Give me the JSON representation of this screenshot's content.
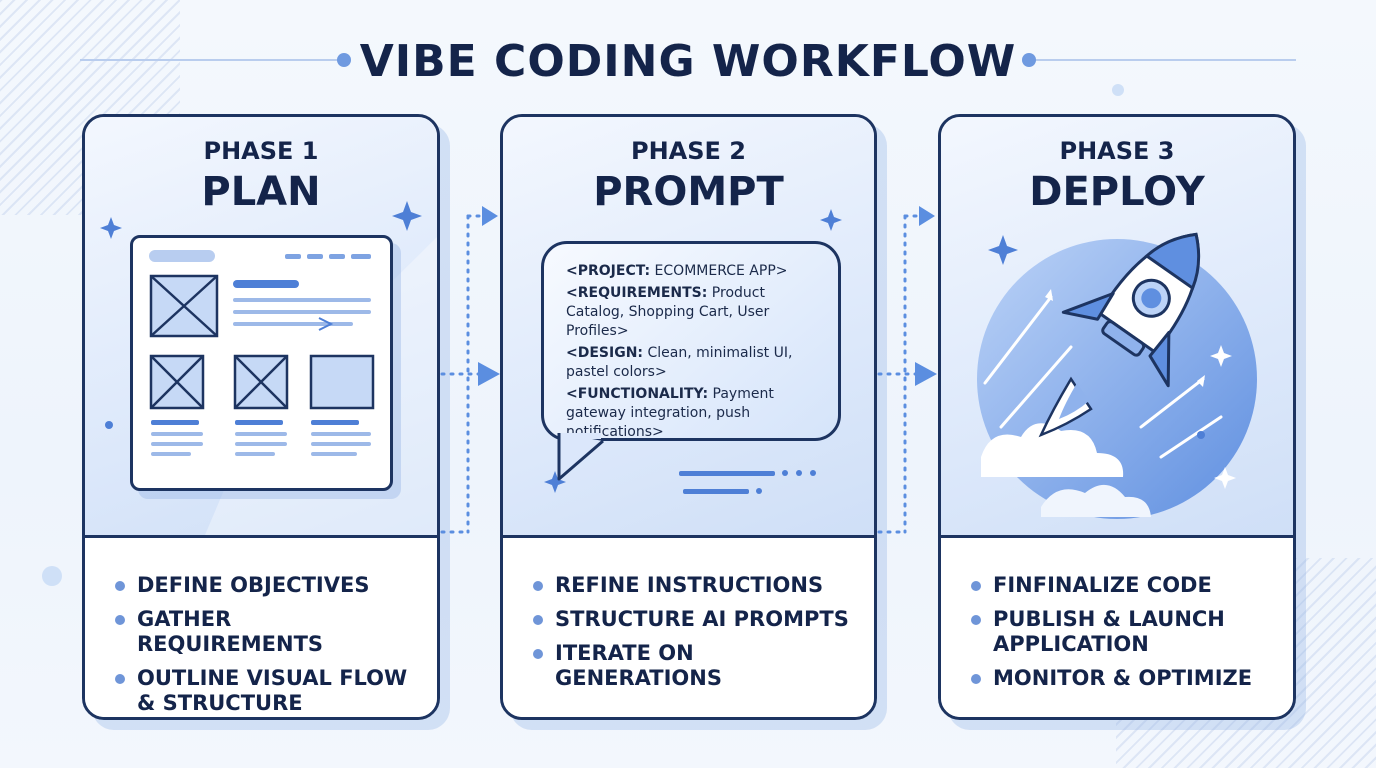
{
  "title": "VIBE CODING WORKFLOW",
  "phases": [
    {
      "label": "PHASE 1",
      "name": "PLAN",
      "items": [
        "DEFINE OBJECTIVES",
        "GATHER REQUIREMENTS",
        "OUTLINE VISUAL FLOW & STRUCTURE"
      ]
    },
    {
      "label": "PHASE 2",
      "name": "PROMPT",
      "prompt": [
        {
          "key": "<PROJECT:",
          "text": " ECOMMERCE APP>"
        },
        {
          "key": "<REQUIREMENTS:",
          "text": " Product Catalog, Shopping Cart, User Profiles>"
        },
        {
          "key": "<DESIGN:",
          "text": " Clean, minimalist UI, pastel colors>"
        },
        {
          "key": "<FUNCTIONALITY:",
          "text": " Payment gateway integration, push notifications>"
        }
      ],
      "items": [
        "REFINE INSTRUCTIONS",
        "STRUCTURE AI PROMPTS",
        "ITERATE ON GENERATIONS"
      ]
    },
    {
      "label": "PHASE 3",
      "name": "DEPLOY",
      "items": [
        "FINFINALIZE CODE",
        "PUBLISH & LAUNCH APPLICATION",
        "MONITOR & OPTIMIZE"
      ]
    }
  ],
  "icons": {
    "phase1": "wireframe-icon",
    "phase2": "speech-bubble-icon",
    "phase3": "rocket-icon",
    "connector": "arrow-right-icon"
  },
  "colors": {
    "ink": "#1d3461",
    "accent": "#5b8ee0",
    "panel": "#dfeafb"
  }
}
